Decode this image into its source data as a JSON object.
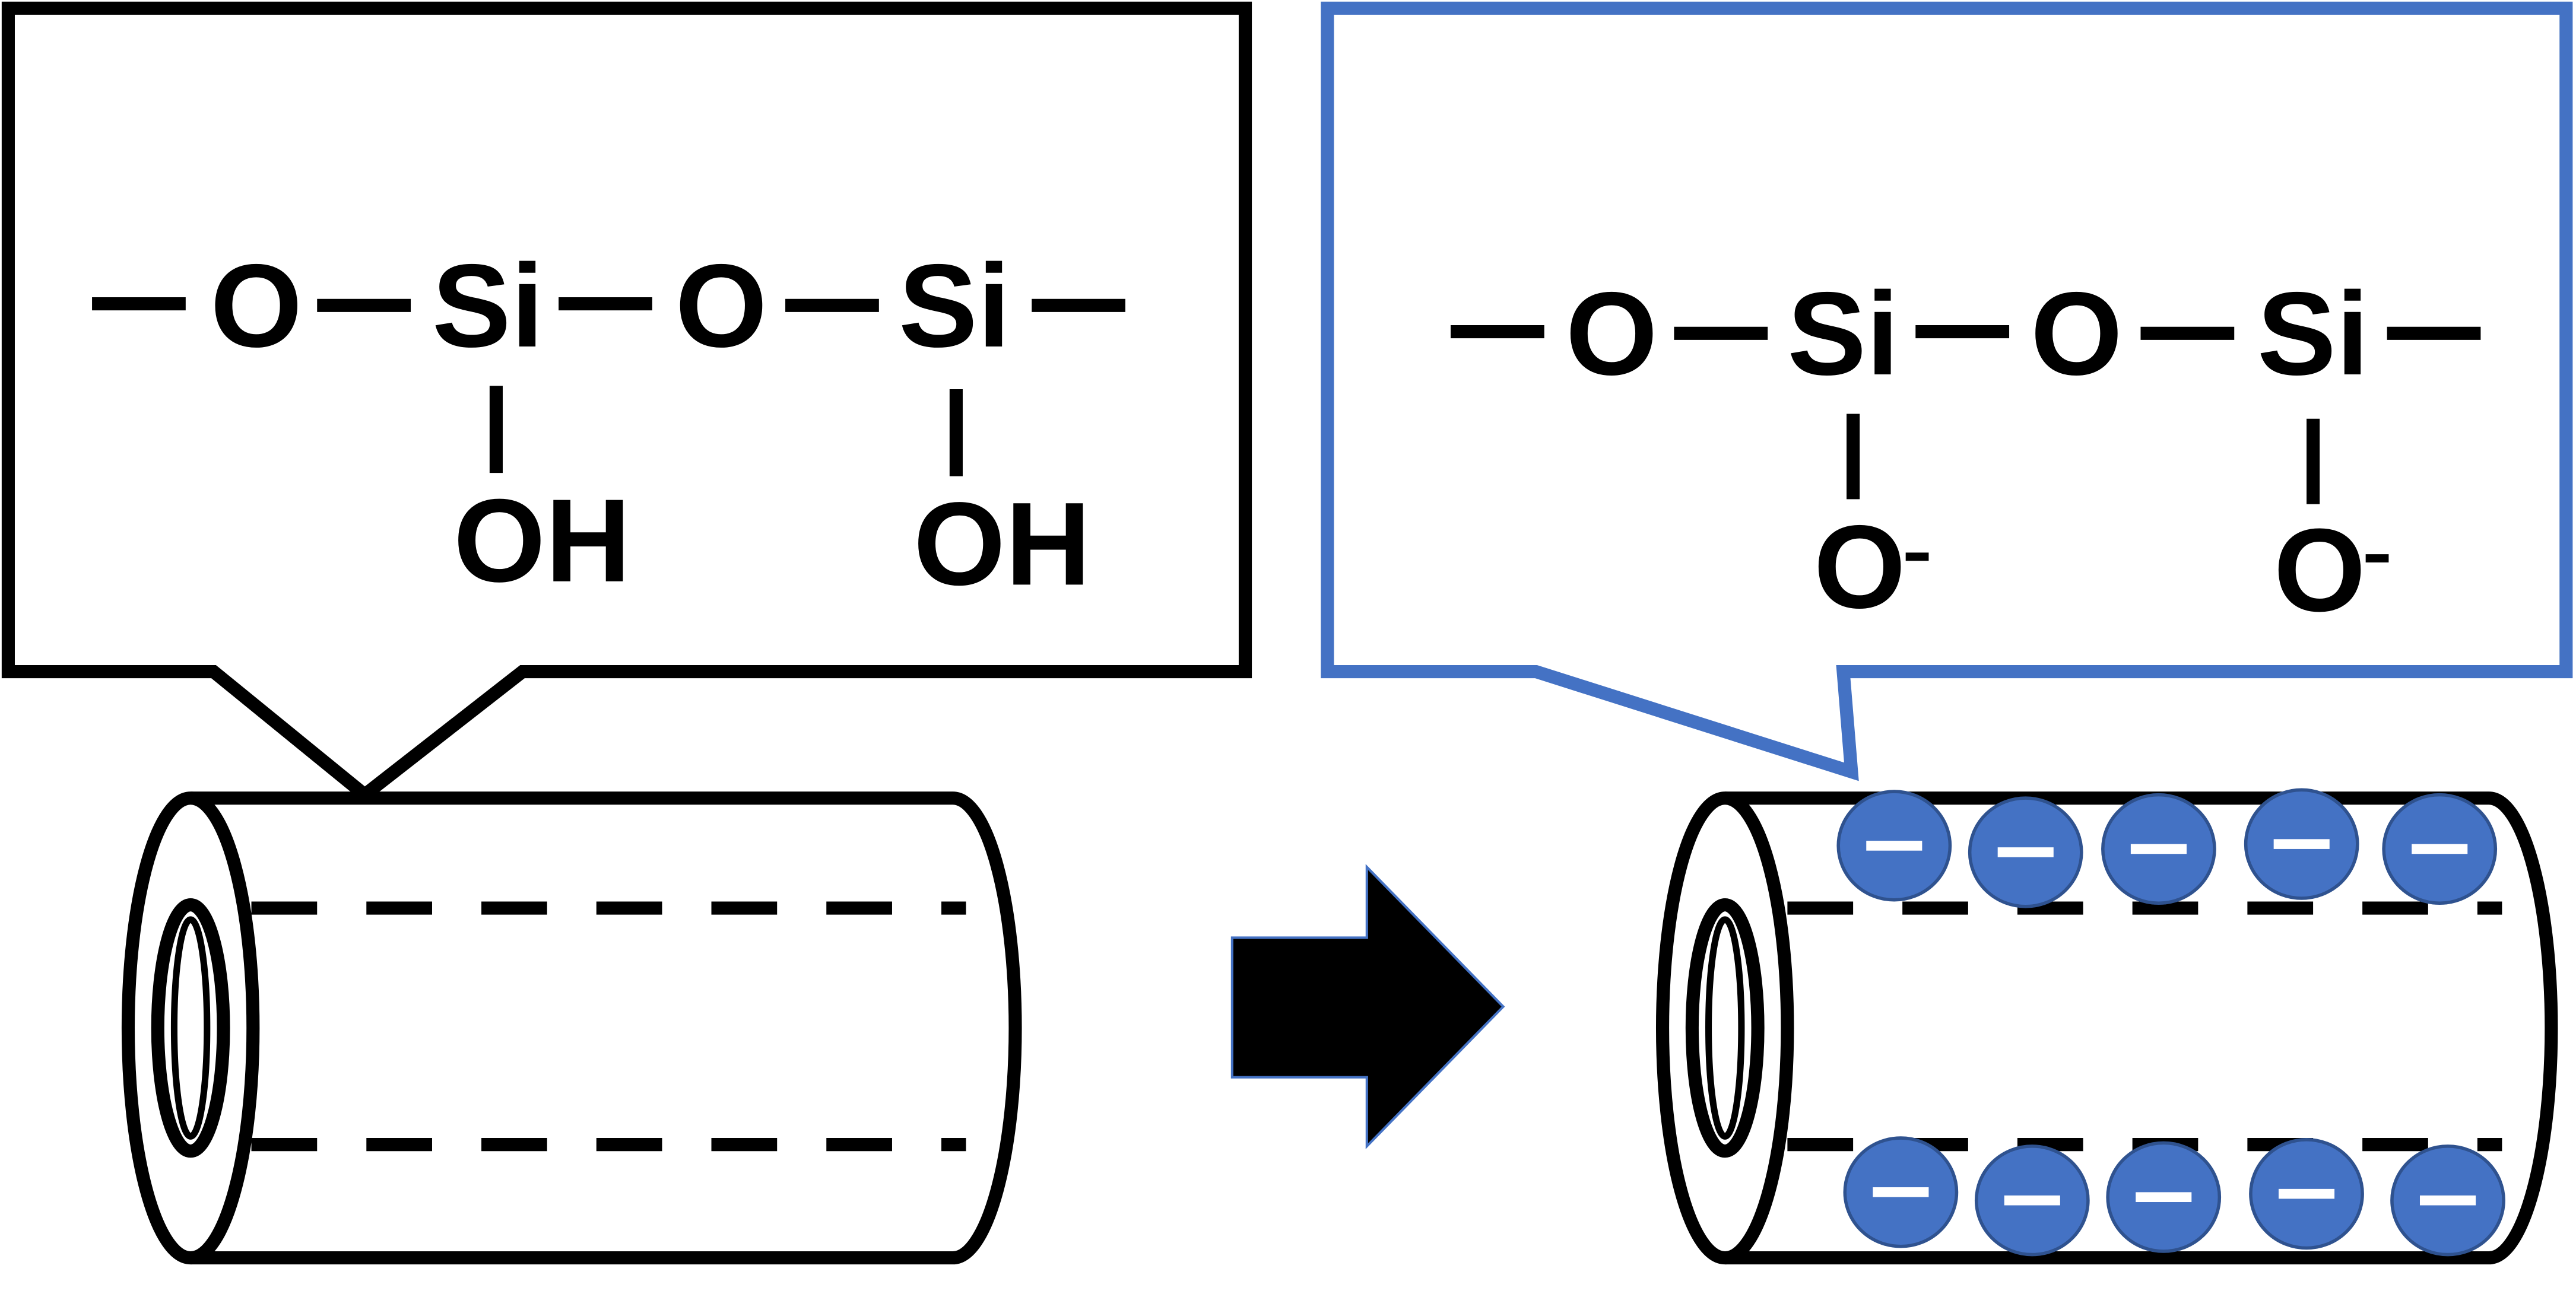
{
  "colors": {
    "accent": "#4472C4",
    "accent_stroke": "#2F528F",
    "line": "#000000"
  },
  "left_callout": {
    "atoms": [
      "O",
      "Si",
      "O",
      "Si"
    ],
    "side_groups": [
      "OH",
      "OH"
    ]
  },
  "right_callout": {
    "atoms": [
      "O",
      "Si",
      "O",
      "Si"
    ],
    "side_groups": [
      "O",
      "O"
    ],
    "charge": "-"
  },
  "arrow": {
    "icon": "right-arrow-icon"
  },
  "charges": {
    "symbol": "minus-sign",
    "count_top": 5,
    "count_bottom": 5
  }
}
